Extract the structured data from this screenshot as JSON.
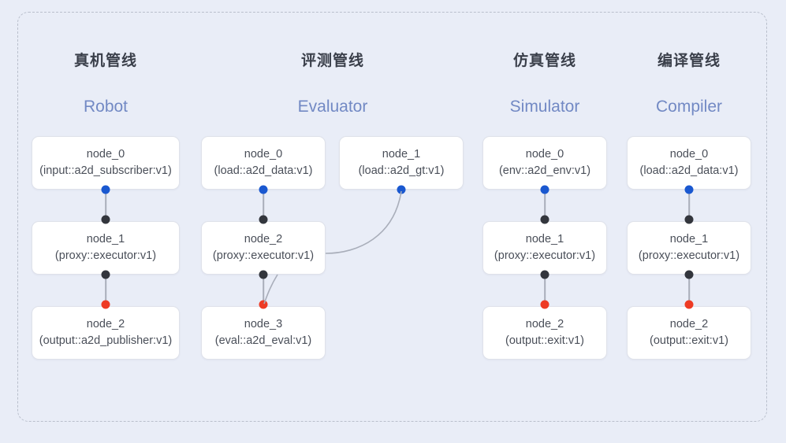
{
  "diagram": {
    "background_color": "#e9edf7",
    "frame_border_color": "#b9bfcc",
    "port_colors": {
      "input": "#1a58d0",
      "middle": "#33363d",
      "output": "#ee3b24"
    },
    "columns": [
      {
        "id": "robot",
        "title": "真机管线",
        "subtitle": "Robot",
        "nodes": [
          {
            "name": "node_0",
            "spec": "(input::a2d_subscriber:v1)"
          },
          {
            "name": "node_1",
            "spec": "(proxy::executor:v1)"
          },
          {
            "name": "node_2",
            "spec": "(output::a2d_publisher:v1)"
          }
        ]
      },
      {
        "id": "evaluator",
        "title": "评测管线",
        "subtitle": "Evaluator",
        "nodes": [
          {
            "name": "node_0",
            "spec": "(load::a2d_data:v1)"
          },
          {
            "name": "node_2",
            "spec": "(proxy::executor:v1)"
          },
          {
            "name": "node_3",
            "spec": "(eval::a2d_eval:v1)"
          }
        ],
        "side_node": {
          "name": "node_1",
          "spec": "(load::a2d_gt:v1)"
        }
      },
      {
        "id": "simulator",
        "title": "仿真管线",
        "subtitle": "Simulator",
        "nodes": [
          {
            "name": "node_0",
            "spec": "(env::a2d_env:v1)"
          },
          {
            "name": "node_1",
            "spec": "(proxy::executor:v1)"
          },
          {
            "name": "node_2",
            "spec": "(output::exit:v1)"
          }
        ]
      },
      {
        "id": "compiler",
        "title": "编译管线",
        "subtitle": "Compiler",
        "nodes": [
          {
            "name": "node_0",
            "spec": "(load::a2d_data:v1)"
          },
          {
            "name": "node_1",
            "spec": "(proxy::executor:v1)"
          },
          {
            "name": "node_2",
            "spec": "(output::exit:v1)"
          }
        ]
      }
    ]
  }
}
